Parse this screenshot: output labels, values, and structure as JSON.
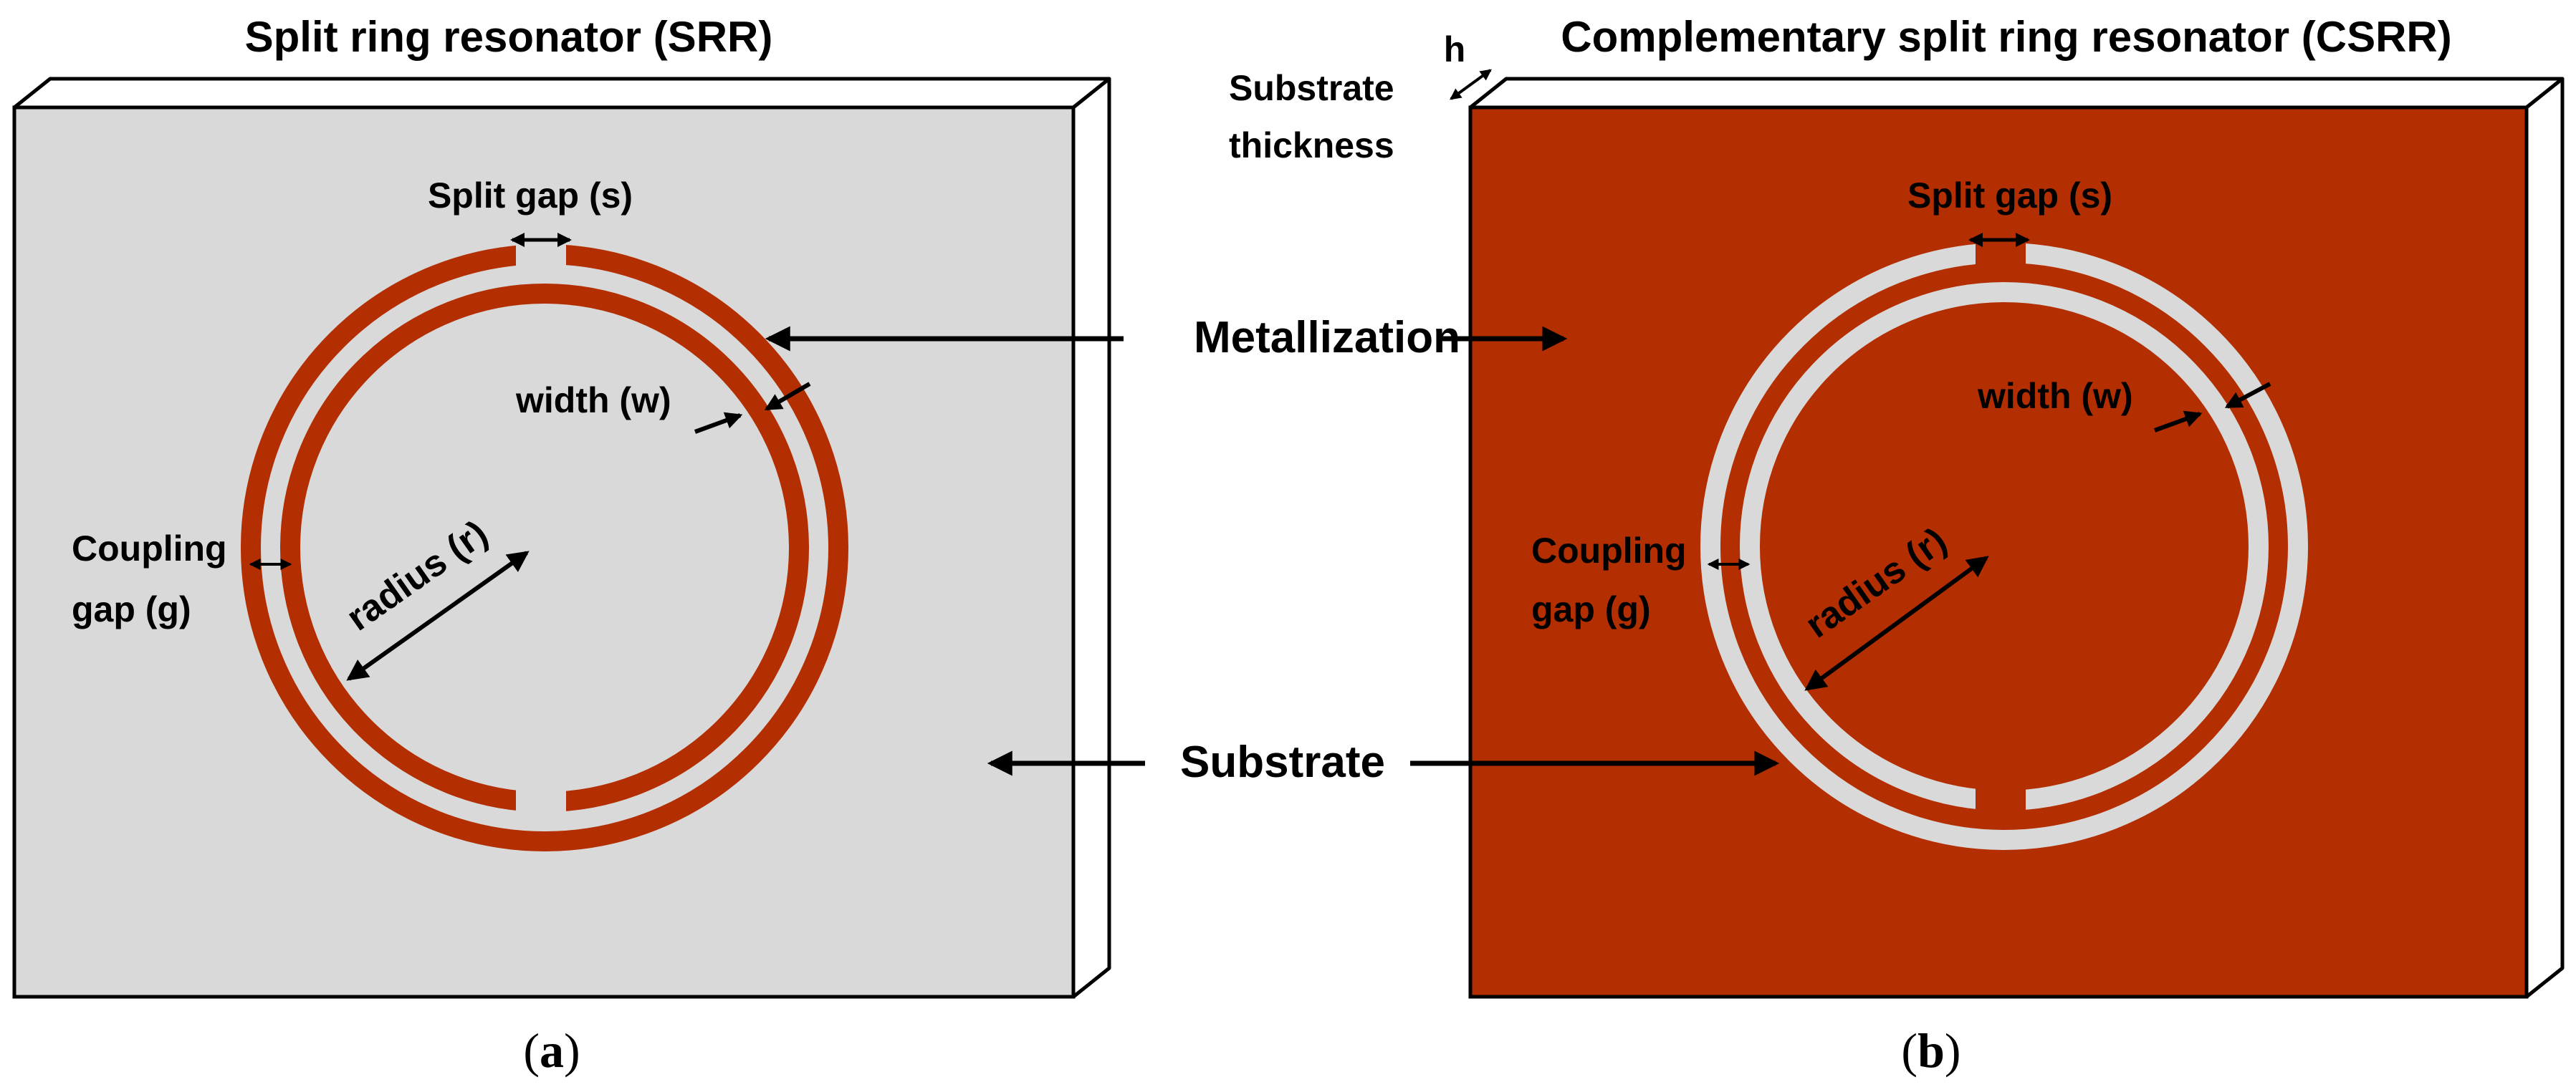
{
  "colors": {
    "metal": "#b32e00",
    "substrate": "#d9d9d9",
    "edge": "#000000",
    "background": "#ffffff"
  },
  "panel_a": {
    "title": "Split ring resonator (SRR)",
    "split_gap": "Split gap (s)",
    "width": "width (w)",
    "coupling_line1": "Coupling",
    "coupling_line2": "gap (g)",
    "radius": "radius (r)",
    "caption_open": "(",
    "caption_letter": "a",
    "caption_close": ")"
  },
  "panel_b": {
    "title": "Complementary split ring resonator (CSRR)",
    "thickness_symbol": "h",
    "thickness_line1": "Substrate",
    "thickness_line2": "thickness",
    "split_gap": "Split gap (s)",
    "width": "width (w)",
    "coupling_line1": "Coupling",
    "coupling_line2": "gap (g)",
    "radius": "radius (r)",
    "caption_open": "(",
    "caption_letter": "b",
    "caption_close": ")"
  },
  "shared": {
    "metallization": "Metallization",
    "substrate": "Substrate"
  }
}
